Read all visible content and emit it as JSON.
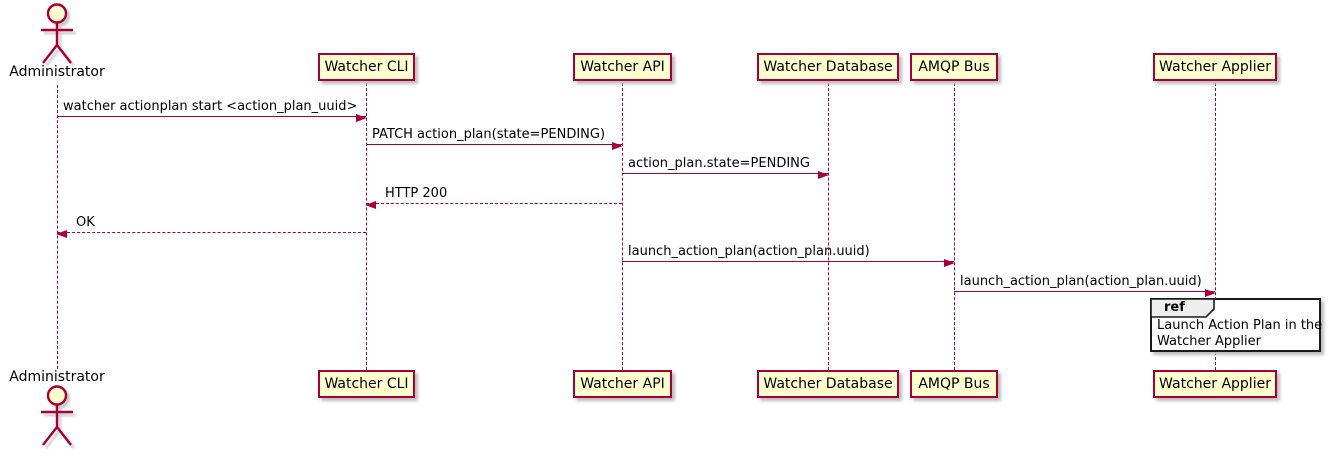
{
  "diagram": {
    "type": "uml-sequence-diagram",
    "colors": {
      "background": "#FFFFFF",
      "participant_fill": "#FEFECE",
      "participant_border": "#A80036",
      "lifeline": "#A80036",
      "arrow": "#A80036",
      "text": "#000000",
      "ref_header_fill": "#EEEEEE",
      "ref_border": "#000000",
      "shadow": "#BDBDBD"
    },
    "actor": {
      "name": "Administrator"
    },
    "participants": [
      {
        "label": "Watcher CLI"
      },
      {
        "label": "Watcher API"
      },
      {
        "label": "Watcher Database"
      },
      {
        "label": "AMQP Bus"
      },
      {
        "label": "Watcher Applier"
      }
    ],
    "messages": [
      {
        "from": "Administrator",
        "to": "Watcher CLI",
        "label": "watcher actionplan start <action_plan_uuid>",
        "style": "solid"
      },
      {
        "from": "Watcher CLI",
        "to": "Watcher API",
        "label": "PATCH action_plan(state=PENDING)",
        "style": "solid"
      },
      {
        "from": "Watcher API",
        "to": "Watcher Database",
        "label": "action_plan.state=PENDING",
        "style": "solid"
      },
      {
        "from": "Watcher API",
        "to": "Watcher CLI",
        "label": "HTTP 200",
        "style": "dashed"
      },
      {
        "from": "Watcher CLI",
        "to": "Administrator",
        "label": "OK",
        "style": "dashed"
      },
      {
        "from": "Watcher API",
        "to": "AMQP Bus",
        "label": "launch_action_plan(action_plan.uuid)",
        "style": "solid"
      },
      {
        "from": "AMQP Bus",
        "to": "Watcher Applier",
        "label": "launch_action_plan(action_plan.uuid)",
        "style": "solid"
      }
    ],
    "ref": {
      "keyword": "ref",
      "over": "Watcher Applier",
      "line1": "Launch Action Plan in the",
      "line2": "Watcher Applier"
    }
  }
}
